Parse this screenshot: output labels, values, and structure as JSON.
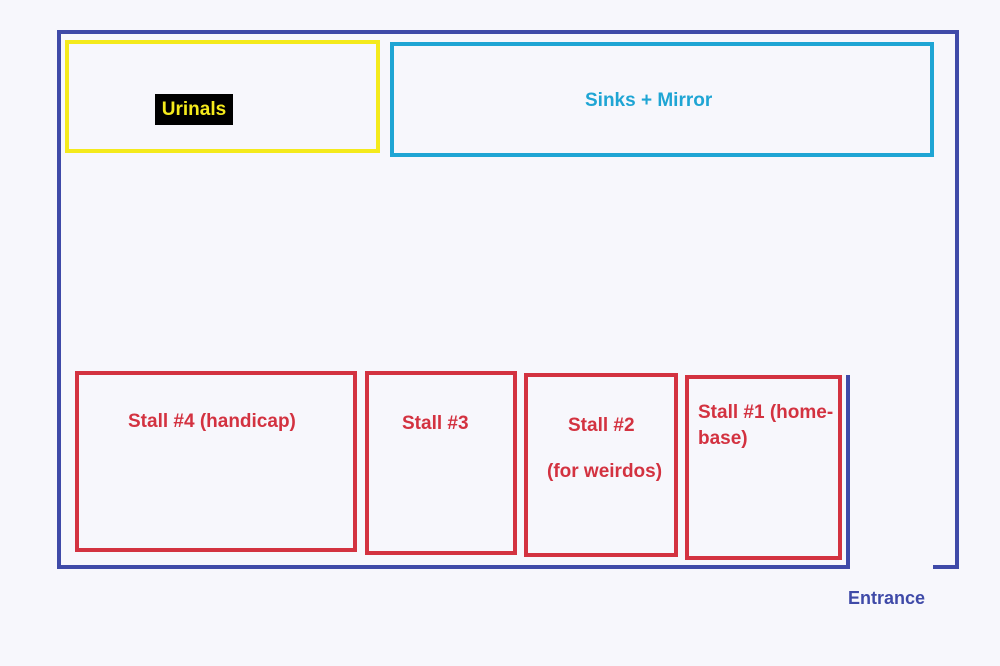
{
  "colors": {
    "background": "#f7f7fc",
    "wall": "#3f4aa8",
    "urinals": "#f4ea1c",
    "sinks": "#1fa5d4",
    "stall": "#d33240",
    "label_highlight": "#000000"
  },
  "labels": {
    "urinals": "Urinals",
    "sinks": "Sinks + Mirror",
    "stall4": "Stall #4 (handicap)",
    "stall3": "Stall #3",
    "stall2_line1": "Stall #2",
    "stall2_line2": "(for weirdos)",
    "stall1_line1": "Stall #1 (home-",
    "stall1_line2": "base)",
    "entrance": "Entrance"
  }
}
